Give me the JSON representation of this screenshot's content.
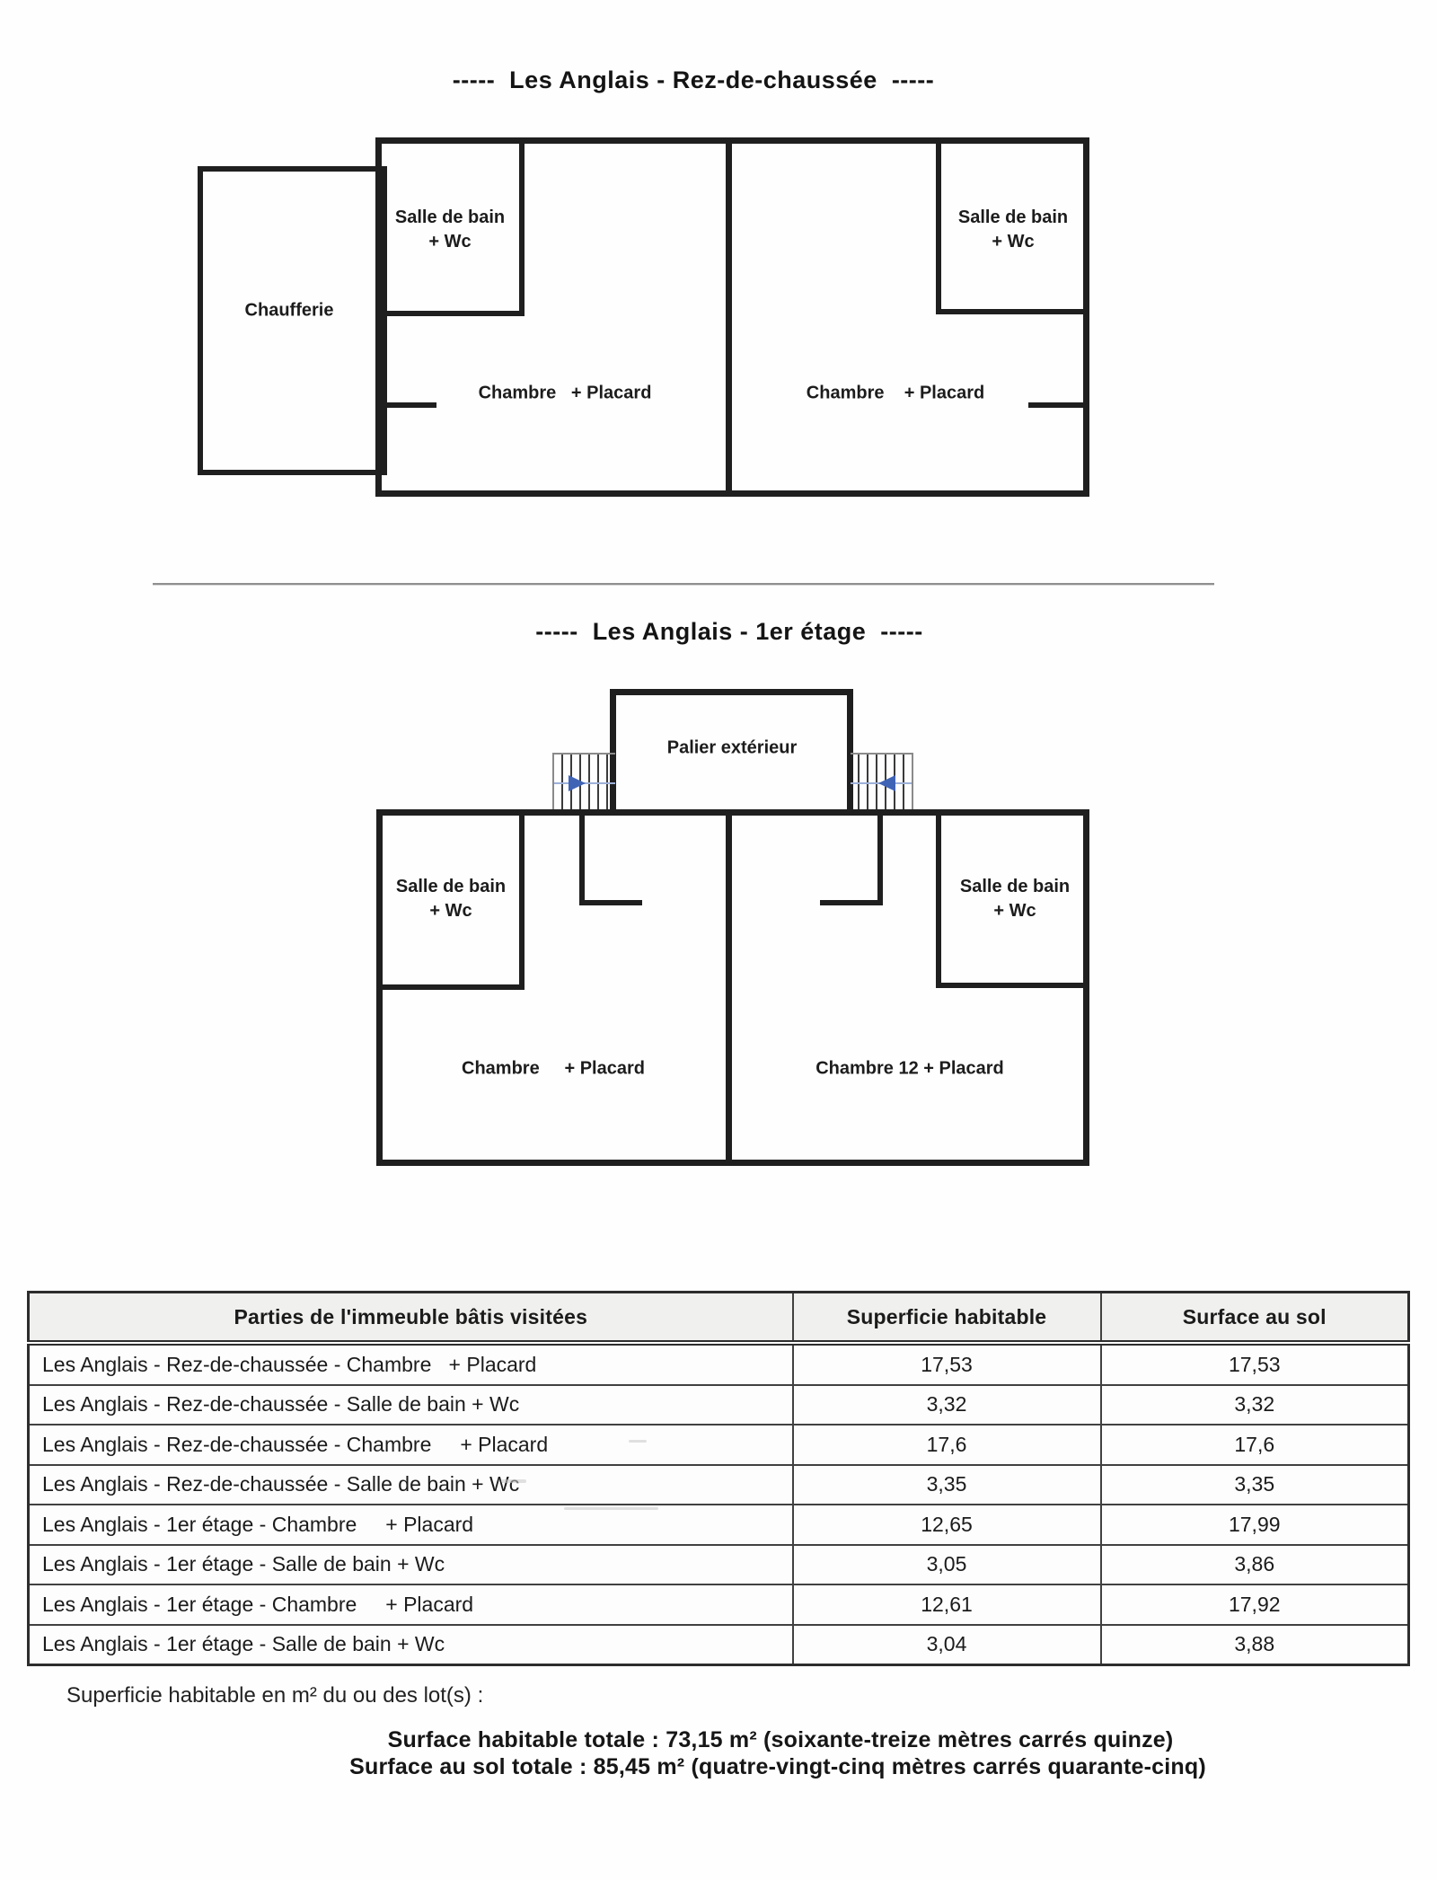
{
  "page": {
    "section1_title": "-----  Les Anglais - Rez-de-chaussée  -----",
    "section2_title": "-----  Les Anglais - 1er étage  -----"
  },
  "plans": {
    "ground": {
      "chaufferie": "Chaufferie",
      "bath_left": "Salle de bain\n+ Wc",
      "bath_right": "Salle de bain\n+ Wc",
      "bedroom_left": "Chambre   + Placard",
      "bedroom_right": "Chambre    + Placard"
    },
    "first": {
      "palier": "Palier extérieur",
      "bath_left": "Salle de bain\n+ Wc",
      "bath_right": "Salle de bain\n+ Wc",
      "bedroom_left": "Chambre     + Placard",
      "bedroom_right": "Chambre 12 + Placard",
      "stair_left_arrow": "arrow-right",
      "stair_right_arrow": "arrow-left"
    }
  },
  "table": {
    "headers": [
      "Parties de l'immeuble bâtis visitées",
      "Superficie habitable",
      "Surface au sol"
    ],
    "rows": [
      [
        "Les Anglais - Rez-de-chaussée - Chambre   + Placard",
        "17,53",
        "17,53"
      ],
      [
        "Les Anglais - Rez-de-chaussée - Salle de bain + Wc",
        "3,32",
        "3,32"
      ],
      [
        "Les Anglais - Rez-de-chaussée - Chambre     + Placard",
        "17,6",
        "17,6"
      ],
      [
        "Les Anglais - Rez-de-chaussée - Salle de bain + Wc",
        "3,35",
        "3,35"
      ],
      [
        "Les Anglais - 1er étage - Chambre     + Placard",
        "12,65",
        "17,99"
      ],
      [
        "Les Anglais - 1er étage - Salle de bain + Wc",
        "3,05",
        "3,86"
      ],
      [
        "Les Anglais - 1er étage - Chambre     + Placard",
        "12,61",
        "17,92"
      ],
      [
        "Les Anglais - 1er étage - Salle de bain + Wc",
        "3,04",
        "3,88"
      ]
    ]
  },
  "footer": {
    "intro": "Superficie habitable en m² du ou des lot(s) :",
    "total_habitable": "Surface habitable totale : 73,15 m² (soixante-treize mètres carrés quinze)",
    "total_sol": "Surface au sol totale : 85,45 m² (quatre-vingt-cinq mètres carrés quarante-cinq)"
  },
  "colors": {
    "wall": "#1f1f1f",
    "arrow_blue": "#3f63b5",
    "header_bg": "#f0f0ee"
  }
}
